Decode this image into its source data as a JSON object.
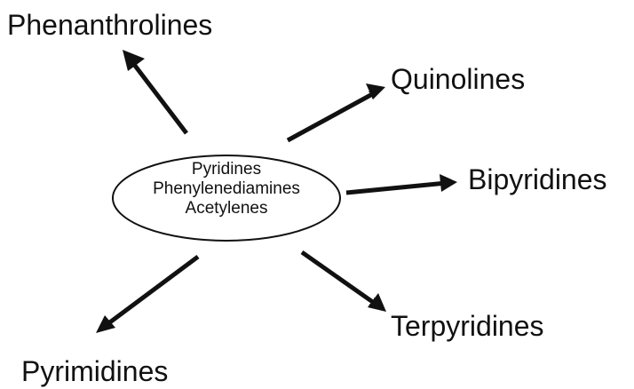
{
  "center": {
    "lines": [
      "Pyridines",
      "Phenylenediamines",
      "Acetylenes"
    ]
  },
  "nodes": {
    "phenanthrolines": "Phenanthrolines",
    "quinolines": "Quinolines",
    "bipyridines": "Bipyridines",
    "terpyridines": "Terpyridines",
    "pyrimidines": "Pyrimidines"
  },
  "colors": {
    "ink": "#111111",
    "background": "#ffffff"
  }
}
